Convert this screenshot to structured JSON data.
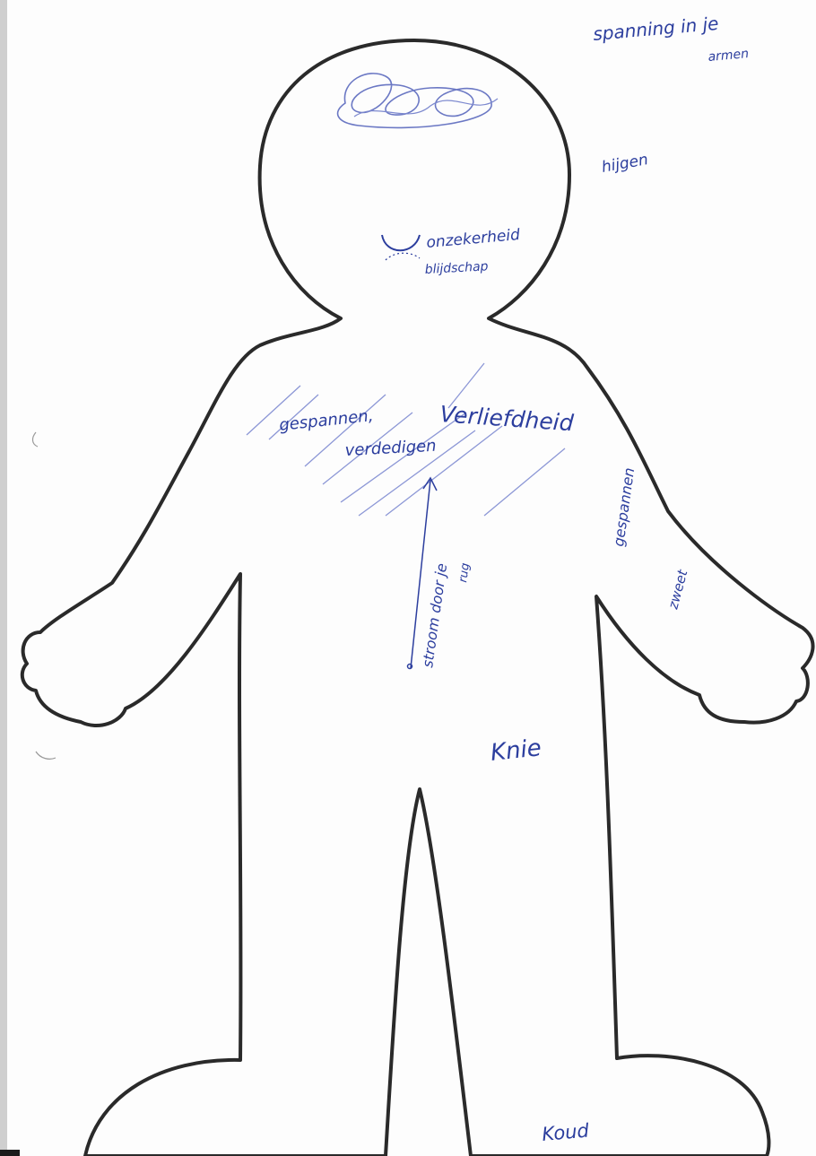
{
  "document": {
    "type": "body-map worksheet",
    "ink_color": "#2c3e9e",
    "outline_color": "#2a2a2a"
  },
  "annotations": [
    {
      "id": "tension-arms",
      "line1": "spanning in je",
      "line2": "armen"
    },
    {
      "id": "panting",
      "text": "hijgen"
    },
    {
      "id": "insecurity",
      "text": "onzekerheid"
    },
    {
      "id": "joy",
      "text": "blijdschap"
    },
    {
      "id": "in-love",
      "text": "Verliefdheid"
    },
    {
      "id": "tensed",
      "line1": "gespannen,"
    },
    {
      "id": "defend",
      "line1": "verdedigen"
    },
    {
      "id": "current-back",
      "line1": "stroom door je",
      "line2": "rug"
    },
    {
      "id": "arm-tense",
      "text": "gespannen"
    },
    {
      "id": "arm-sweat",
      "text": "zweet"
    },
    {
      "id": "knees",
      "text": "Knie"
    },
    {
      "id": "cold",
      "text": "Koud"
    }
  ]
}
